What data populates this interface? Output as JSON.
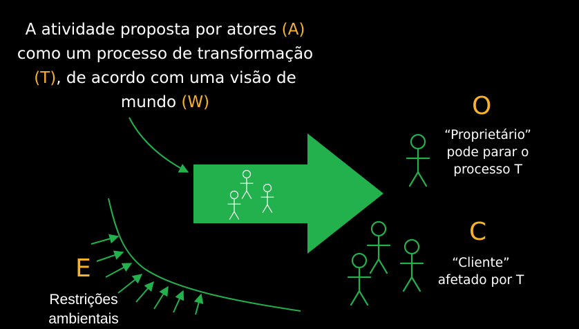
{
  "colors": {
    "background": "#000000",
    "text": "#ffffff",
    "accent": "#f7b22a",
    "green": "#23b14d"
  },
  "title": {
    "line1_a": "A atividade proposta por atores ",
    "line1_b": "(A)",
    "line2": "como um processo de transformação",
    "line3_a": "(T)",
    "line3_b": ", de acordo com uma visão de",
    "line4_a": "mundo ",
    "line4_b": "(W)"
  },
  "owner": {
    "letter": "O",
    "label_line1": "“Proprietário”",
    "label_line2": "pode parar o",
    "label_line3": "processo T"
  },
  "customer": {
    "letter": "C",
    "label_line1": "“Cliente”",
    "label_line2": "afetado por T"
  },
  "environment": {
    "letter": "E",
    "label_line1": "Restrições",
    "label_line2": "ambientais"
  },
  "icons": [
    "stick-figure-icon",
    "transformation-arrow-icon",
    "pointer-arrow-icon"
  ]
}
